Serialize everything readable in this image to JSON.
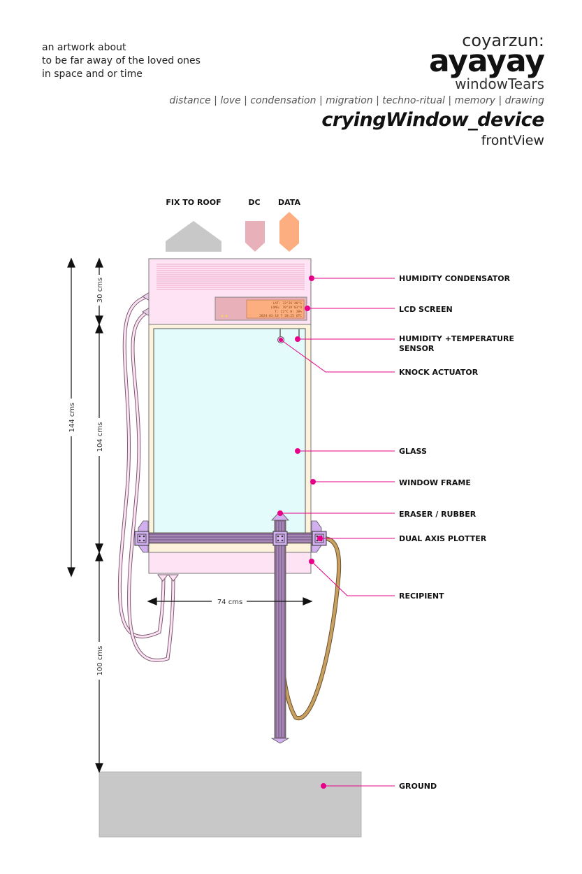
{
  "intro": {
    "line1": "an artwork about",
    "line2": "to be far away of the loved ones",
    "line3": "in space and or time"
  },
  "header": {
    "author": "coyarzun:",
    "title": "ayayay",
    "subtitle": "windowTears",
    "keywords": "distance | love | condensation | migration | techno-ritual | memory | drawing",
    "device_title": "cryingWindow_device",
    "view": "frontView"
  },
  "top_labels": {
    "fix_to_roof": "FIX TO ROOF",
    "dc": "DC",
    "data": "DATA"
  },
  "components": {
    "humidity_condensator": "HUMIDITY CONDENSATOR",
    "lcd_screen": "LCD SCREEN",
    "sensor_line1": "HUMIDITY +TEMPERATURE",
    "sensor_line2": "SENSOR",
    "knock_actuator": "KNOCK ACTUATOR",
    "glass": "GLASS",
    "window_frame": "WINDOW FRAME",
    "eraser": "ERASER / RUBBER",
    "plotter": "DUAL AXIS PLOTTER",
    "recipient": "RECIPIENT",
    "ground": "GROUND"
  },
  "dimensions": {
    "d30": "30 cms",
    "d104": "104 cms",
    "d144": "144 cms",
    "d100": "100 cms",
    "d74": "74 cms"
  },
  "lcd": {
    "line1": "LAT: 33°26'40\"S",
    "line2": "LONG: 70°39'03\"O",
    "line3": "T: 22°C  H: 38%",
    "line4": "2024-03-18 T 20:25 UTC"
  },
  "colors": {
    "callout": "#e8008a",
    "housing": "#fde3f4",
    "glass": "#e4fbfb",
    "frame": "#fdf2dc",
    "lcd_bg": "#e8b0b8",
    "lcd_display": "#fcae80",
    "roof_fix": "#c8c8c8",
    "dc_conn": "#e8b0b8",
    "data_conn": "#fcae80",
    "plotter": "#d2b0f0",
    "rod": "#8a6a98",
    "gold_cable": "#c8a060",
    "ground": "#c8c8c8"
  }
}
